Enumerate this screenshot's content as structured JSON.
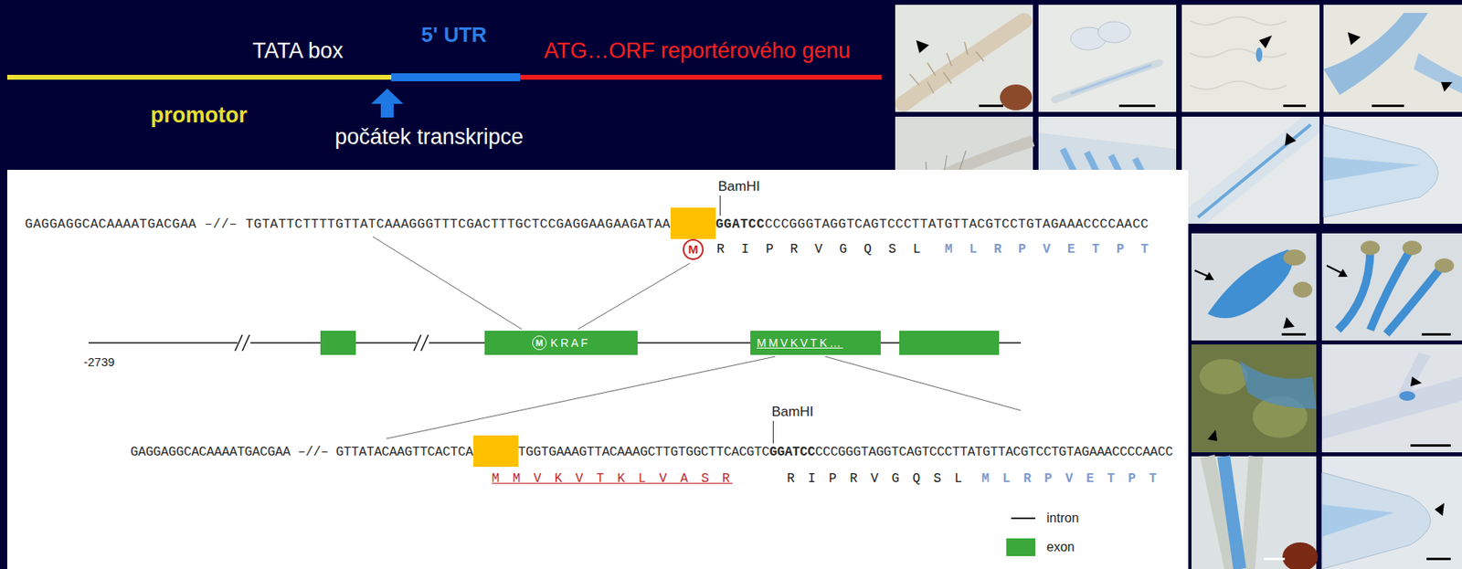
{
  "diagram": {
    "nodes": [
      {
        "text": [
          "M",
          "KRAF"
        ]
      },
      {
        "text": [
          "MMVKVTK…"
        ]
      }
    ],
    "labels": [
      "TATA box",
      "5' UTR",
      "ATG…ORF reportérového genu",
      "promotor",
      "počátek transkripce",
      "BamHI",
      "GAGGAGGCACAAAATGACGAA –//– TGTATTCTTTTGTTATCAAAGGGTTTCGACTTTGCTCCGAGGAAGAAGATAA",
      "GGATCC",
      "CCCGGGTAGGTCAGTCCCTTATGTTACGTCCTGTAGAAACCCCAACC",
      "M",
      "R I P R V G Q S L",
      "M L R P V E T P T",
      "-2739",
      "BamHI",
      "GAGGAGGCACAAAATGACGAA –//– GTTATACAAGTTCACTCA",
      "TGGTGAAAGTTACAAAGCTTGTGGCTTCACGTC",
      "GGATCC",
      "CCCGGGTAGGTCAGTCCCTTATGTTACGTCCTGTAGAAACCCCAACC",
      "M M V K V T K L V A S R",
      "R I P R V G Q S L",
      "M L R P V E T P T"
    ],
    "legend": [
      {
        "text": "intron"
      },
      {
        "text": "exon",
        "color": "#3aa83a"
      }
    ]
  }
}
